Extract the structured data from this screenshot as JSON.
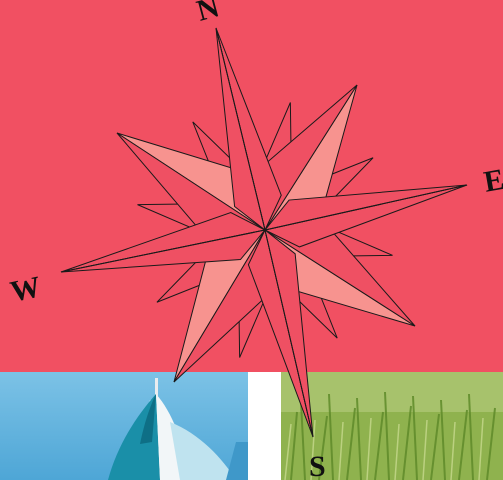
{
  "colors": {
    "banner": "#f15062",
    "star_dark": "#ef5063",
    "star_light": "#f7938f",
    "stroke": "#1a1a1a",
    "sky": "#5fb1de",
    "grass": "#8fb24e"
  },
  "compass": {
    "north": "N",
    "east": "E",
    "south": "S",
    "west": "W"
  },
  "images": {
    "left": "sailboat-photo",
    "right": "grass-photo"
  }
}
